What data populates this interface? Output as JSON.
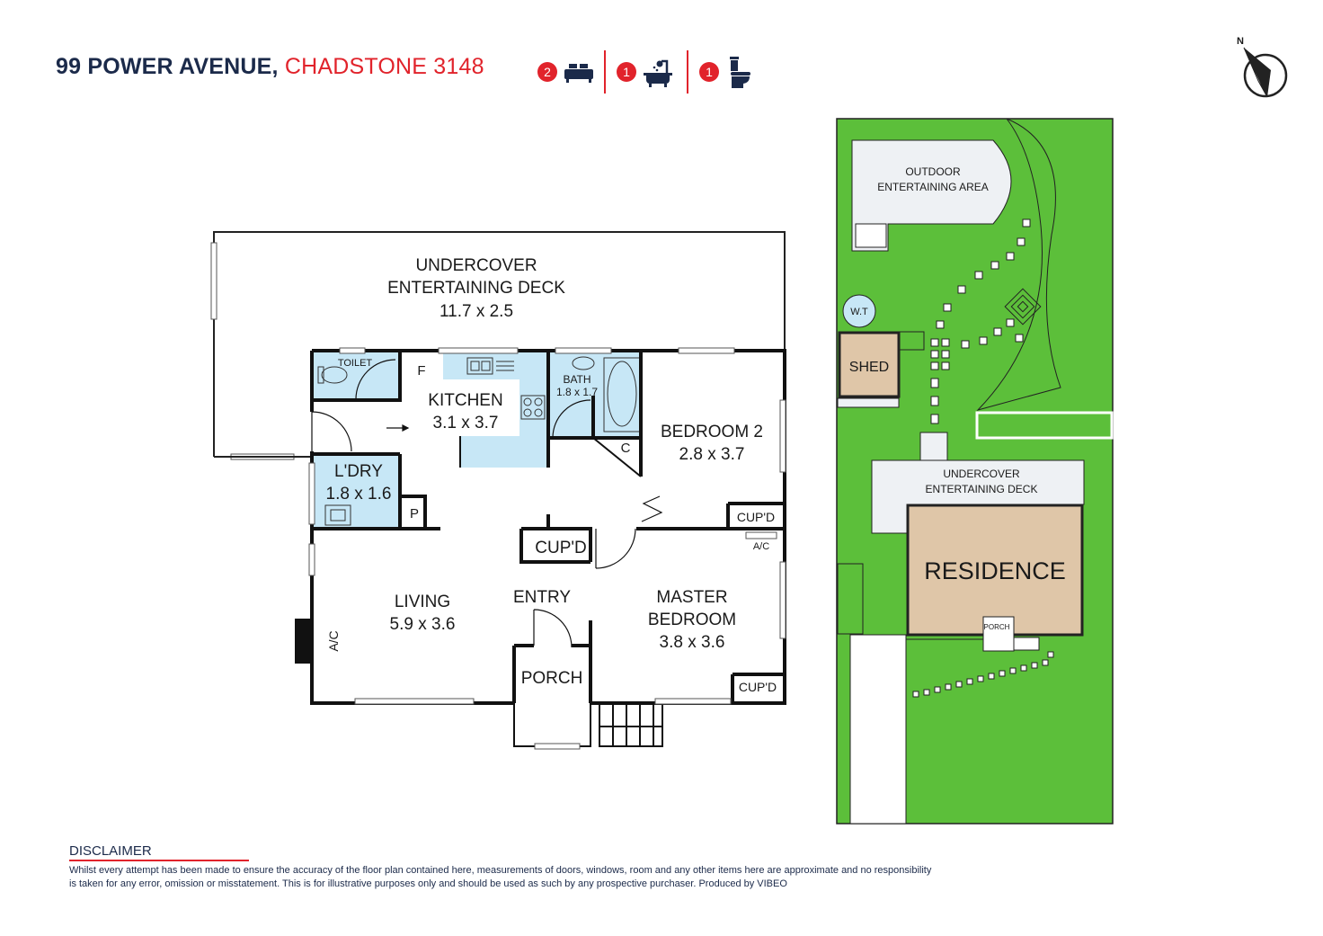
{
  "header": {
    "address": "99 POWER AVENUE,",
    "suburb": "CHADSTONE 3148",
    "features": [
      {
        "count": "2",
        "icon": "bed-icon"
      },
      {
        "count": "1",
        "icon": "bath-icon"
      },
      {
        "count": "1",
        "icon": "toilet-icon"
      }
    ]
  },
  "compass": {
    "label": "N"
  },
  "floorplan": {
    "deck": [
      "UNDERCOVER",
      "ENTERTAINING DECK",
      "11.7 x 2.5"
    ],
    "toilet": "TOILET",
    "fridge": "F",
    "kitchen": [
      "KITCHEN",
      "3.1 x 3.7"
    ],
    "bath": [
      "BATH",
      "1.8 x 1.7"
    ],
    "cupboard_c": "C",
    "bedroom2": [
      "BEDROOM 2",
      "2.8 x 3.7"
    ],
    "laundry": [
      "L'DRY",
      "1.8 x 1.6"
    ],
    "pantry": "P",
    "cupd": "CUP'D",
    "ac": "A/C",
    "living": [
      "LIVING",
      "5.9 x 3.6"
    ],
    "entry": "ENTRY",
    "master": [
      "MASTER",
      "BEDROOM",
      "3.8 x 3.6"
    ],
    "porch": "PORCH"
  },
  "siteplan": {
    "outdoor": [
      "OUTDOOR",
      "ENTERTAINING AREA"
    ],
    "wt": "W.T",
    "shed": "SHED",
    "deck": [
      "UNDERCOVER",
      "ENTERTAINING DECK"
    ],
    "residence": "RESIDENCE",
    "porch": "PORCH"
  },
  "colors": {
    "navy": "#1b2a4a",
    "red": "#e1232b",
    "wet": "#c7e7f6",
    "grass": "#5cbf3a",
    "tan": "#dfc6a8"
  },
  "disclaimer": {
    "heading": "DISCLAIMER",
    "text": "Whilst every attempt has been made to ensure the accuracy of the floor plan contained  here, measurements of doors, windows, room and any other items here are approximate and no responsibility is taken for any error, omission or misstatement. This is for illustrative purposes only and should be used as such by any prospective purchaser. Produced by VIBEO"
  }
}
